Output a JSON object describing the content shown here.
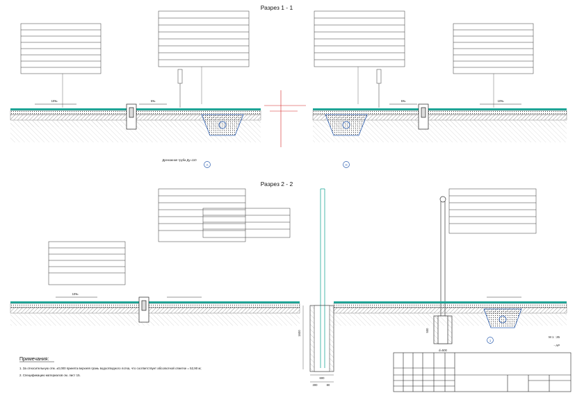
{
  "section_1": {
    "title": "Разрез 1 - 1"
  },
  "section_2": {
    "title": "Разрез 2 - 2"
  },
  "markers": {
    "a": "А",
    "n": "Н",
    "one": "1"
  },
  "labels": {
    "drain_pipe": "Дренажная труба Дy=110",
    "dim_1600": "1600",
    "dim_600": "600",
    "dim_300": "300",
    "dim_80": "80",
    "dim_500": "500",
    "dim_d500": "d=500",
    "pct_10": "10‰",
    "pct_5": "5‰"
  },
  "notes": {
    "heading": "Примечания:",
    "line_1": "1. За относительную отм. ±0,000 принята верхняя грань водоотводного лотка, что соответствует абсолютной отметке = 52,90 м;",
    "line_2": "2. Спецификацию материалов см. лист 15."
  },
  "title_block": {
    "scale": "М 1 : 25",
    "code": "- АР"
  },
  "colors": {
    "turf": "#1fa89a",
    "dimension": "#d42020",
    "drain": "#2a5db0",
    "line": "#222222"
  }
}
